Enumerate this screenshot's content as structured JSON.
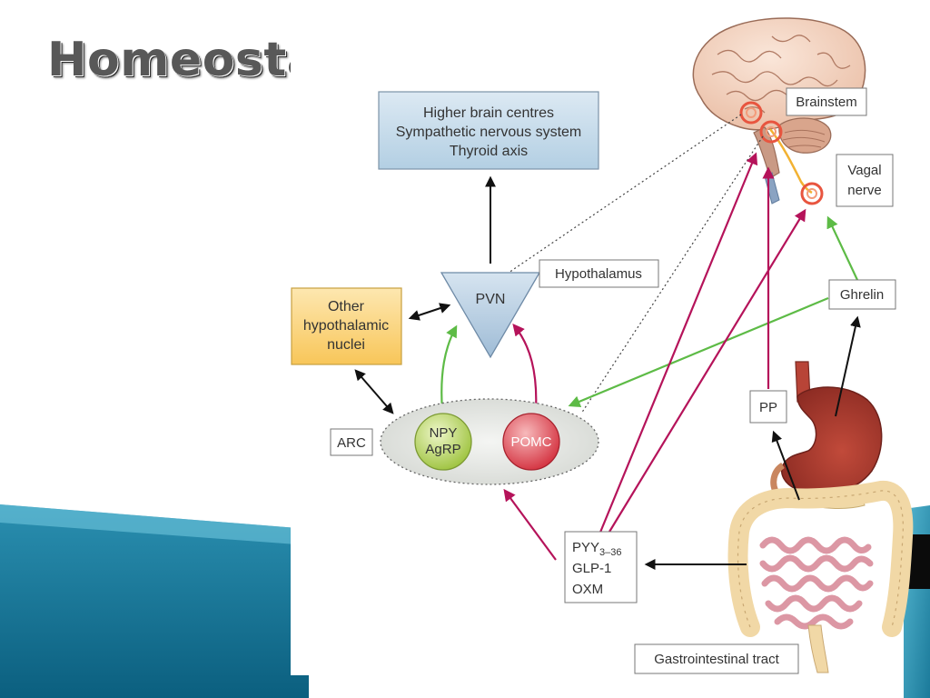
{
  "slide": {
    "title": "Homeostasis"
  },
  "figure": {
    "boxes": {
      "higher": [
        "Higher brain centres",
        "Sympathetic nervous system",
        "Thyroid axis"
      ],
      "other": [
        "Other",
        "hypothalamic",
        "nuclei"
      ]
    },
    "labels": {
      "hypothalamus": "Hypothalamus",
      "brainstem": "Brainstem",
      "vagal": [
        "Vagal",
        "nerve"
      ],
      "ghrelin": "Ghrelin",
      "pp": "PP",
      "arc": "ARC",
      "gut_hormones": {
        "pyy_base": "PYY",
        "pyy_sub": "3–36",
        "glp": "GLP-1",
        "oxm": "OXM"
      },
      "gi_tract": "Gastrointestinal tract"
    },
    "nodes": {
      "pvn": "PVN",
      "npy": [
        "NPY",
        "AgRP"
      ],
      "pomc": "POMC"
    }
  },
  "colors": {
    "stimulatory": "#5dbb46",
    "inhibitory": "#b5135a",
    "neutral": "#111111",
    "pvn_fill": "#b9cfe3",
    "higher_box_fill": "#c3d9ea",
    "other_box_fill": "#fbd77b",
    "npy_fill": "#b8d36b",
    "pomc_fill": "#e0505a",
    "arc_fill": "#e1e3e0",
    "slide_accent": "#1b7a9a"
  }
}
